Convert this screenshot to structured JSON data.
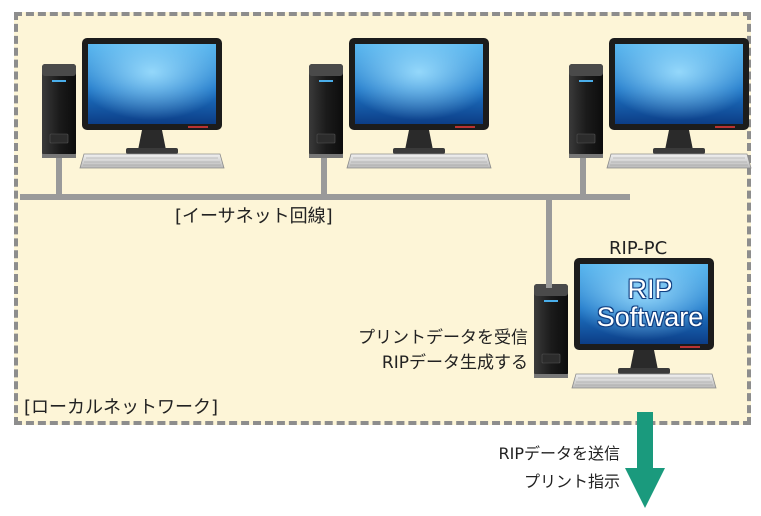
{
  "labels": {
    "ethernet": "[イーサネット回線]",
    "rip_pc": "RIP-PC",
    "rip_software_line1": "RIP",
    "rip_software_line2": "Software",
    "receive_line1": "プリントデータを受信",
    "receive_line2": "RIPデータ生成する",
    "local_network": "[ローカルネットワーク]",
    "send_line1": "RIPデータを送信",
    "send_line2": "プリント指示"
  },
  "colors": {
    "lan_background": "#fdf5d7",
    "lan_border": "#8d8d8d",
    "network_line": "#9a9a9a",
    "arrow": "#1a9a7d",
    "screen": "#1f78c9"
  },
  "icons": {
    "pc": "desktop-computer-icon",
    "arrow": "arrow-down-icon"
  }
}
